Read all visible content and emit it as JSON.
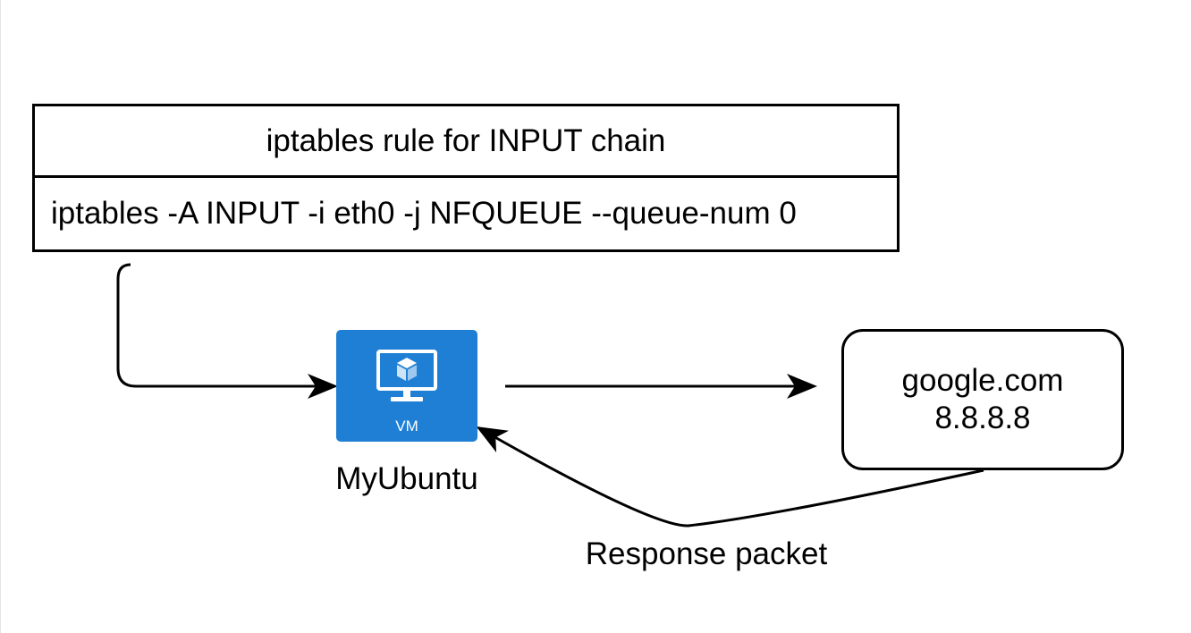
{
  "rule_table": {
    "title": "iptables rule for INPUT chain",
    "command": "iptables -A INPUT -i eth0 -j NFQUEUE --queue-num 0"
  },
  "vm": {
    "badge": "VM",
    "name": "MyUbuntu",
    "tile_color": "#1e7fd4",
    "icon": "virtual-machine-icon"
  },
  "server": {
    "hostname": "google.com",
    "ip": "8.8.8.8"
  },
  "connectors": {
    "response_label": "Response packet"
  }
}
